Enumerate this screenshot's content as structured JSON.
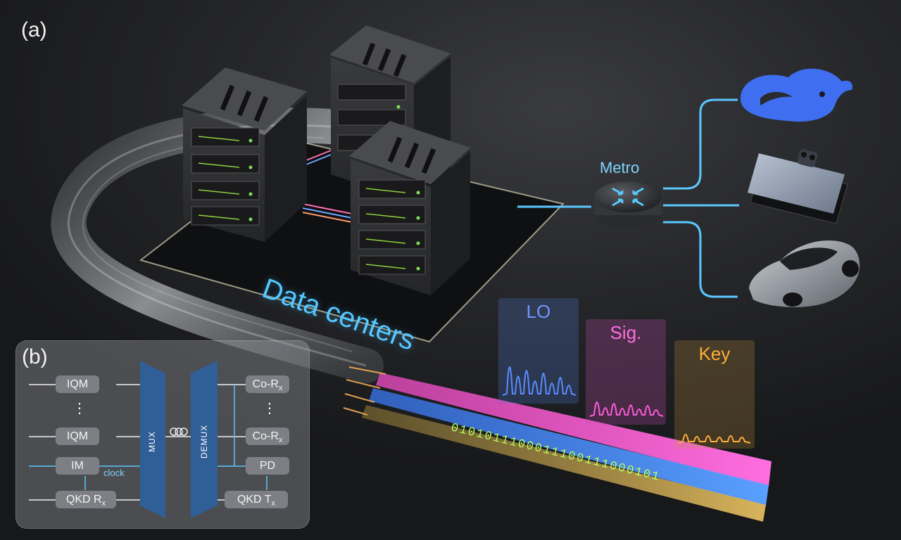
{
  "labels": {
    "panel_a": "(a)",
    "panel_b": "(b)",
    "metro": "Metro",
    "data_centers": "Data centers",
    "lo": "LO",
    "sig": "Sig.",
    "key": "Key"
  },
  "binary_bits": "0101011100011100111000101",
  "inset": {
    "iqm_top": "IQM",
    "iqm_bottom": "IQM",
    "im": "IM",
    "clock": "clock",
    "qkd_rx": "QKD R",
    "qkd_rx_sub": "x",
    "mux": "MUX",
    "demux": "DEMUX",
    "corx_top": "Co-R",
    "corx_top_sub": "x",
    "corx_bottom": "Co-R",
    "corx_bottom_sub": "x",
    "pd": "PD",
    "qkd_tx": "QKD T",
    "qkd_tx_sub": "x",
    "dots": "⋮"
  },
  "colors": {
    "accent_blue": "#55c8ff",
    "lo": "#5a8cff",
    "sig": "#ff5bd8",
    "key": "#ffae3a",
    "mux": "#2f5f96"
  },
  "icons": [
    "whale-icon",
    "smartphone-icon",
    "car-icon",
    "router-icon",
    "server-rack-icon"
  ]
}
